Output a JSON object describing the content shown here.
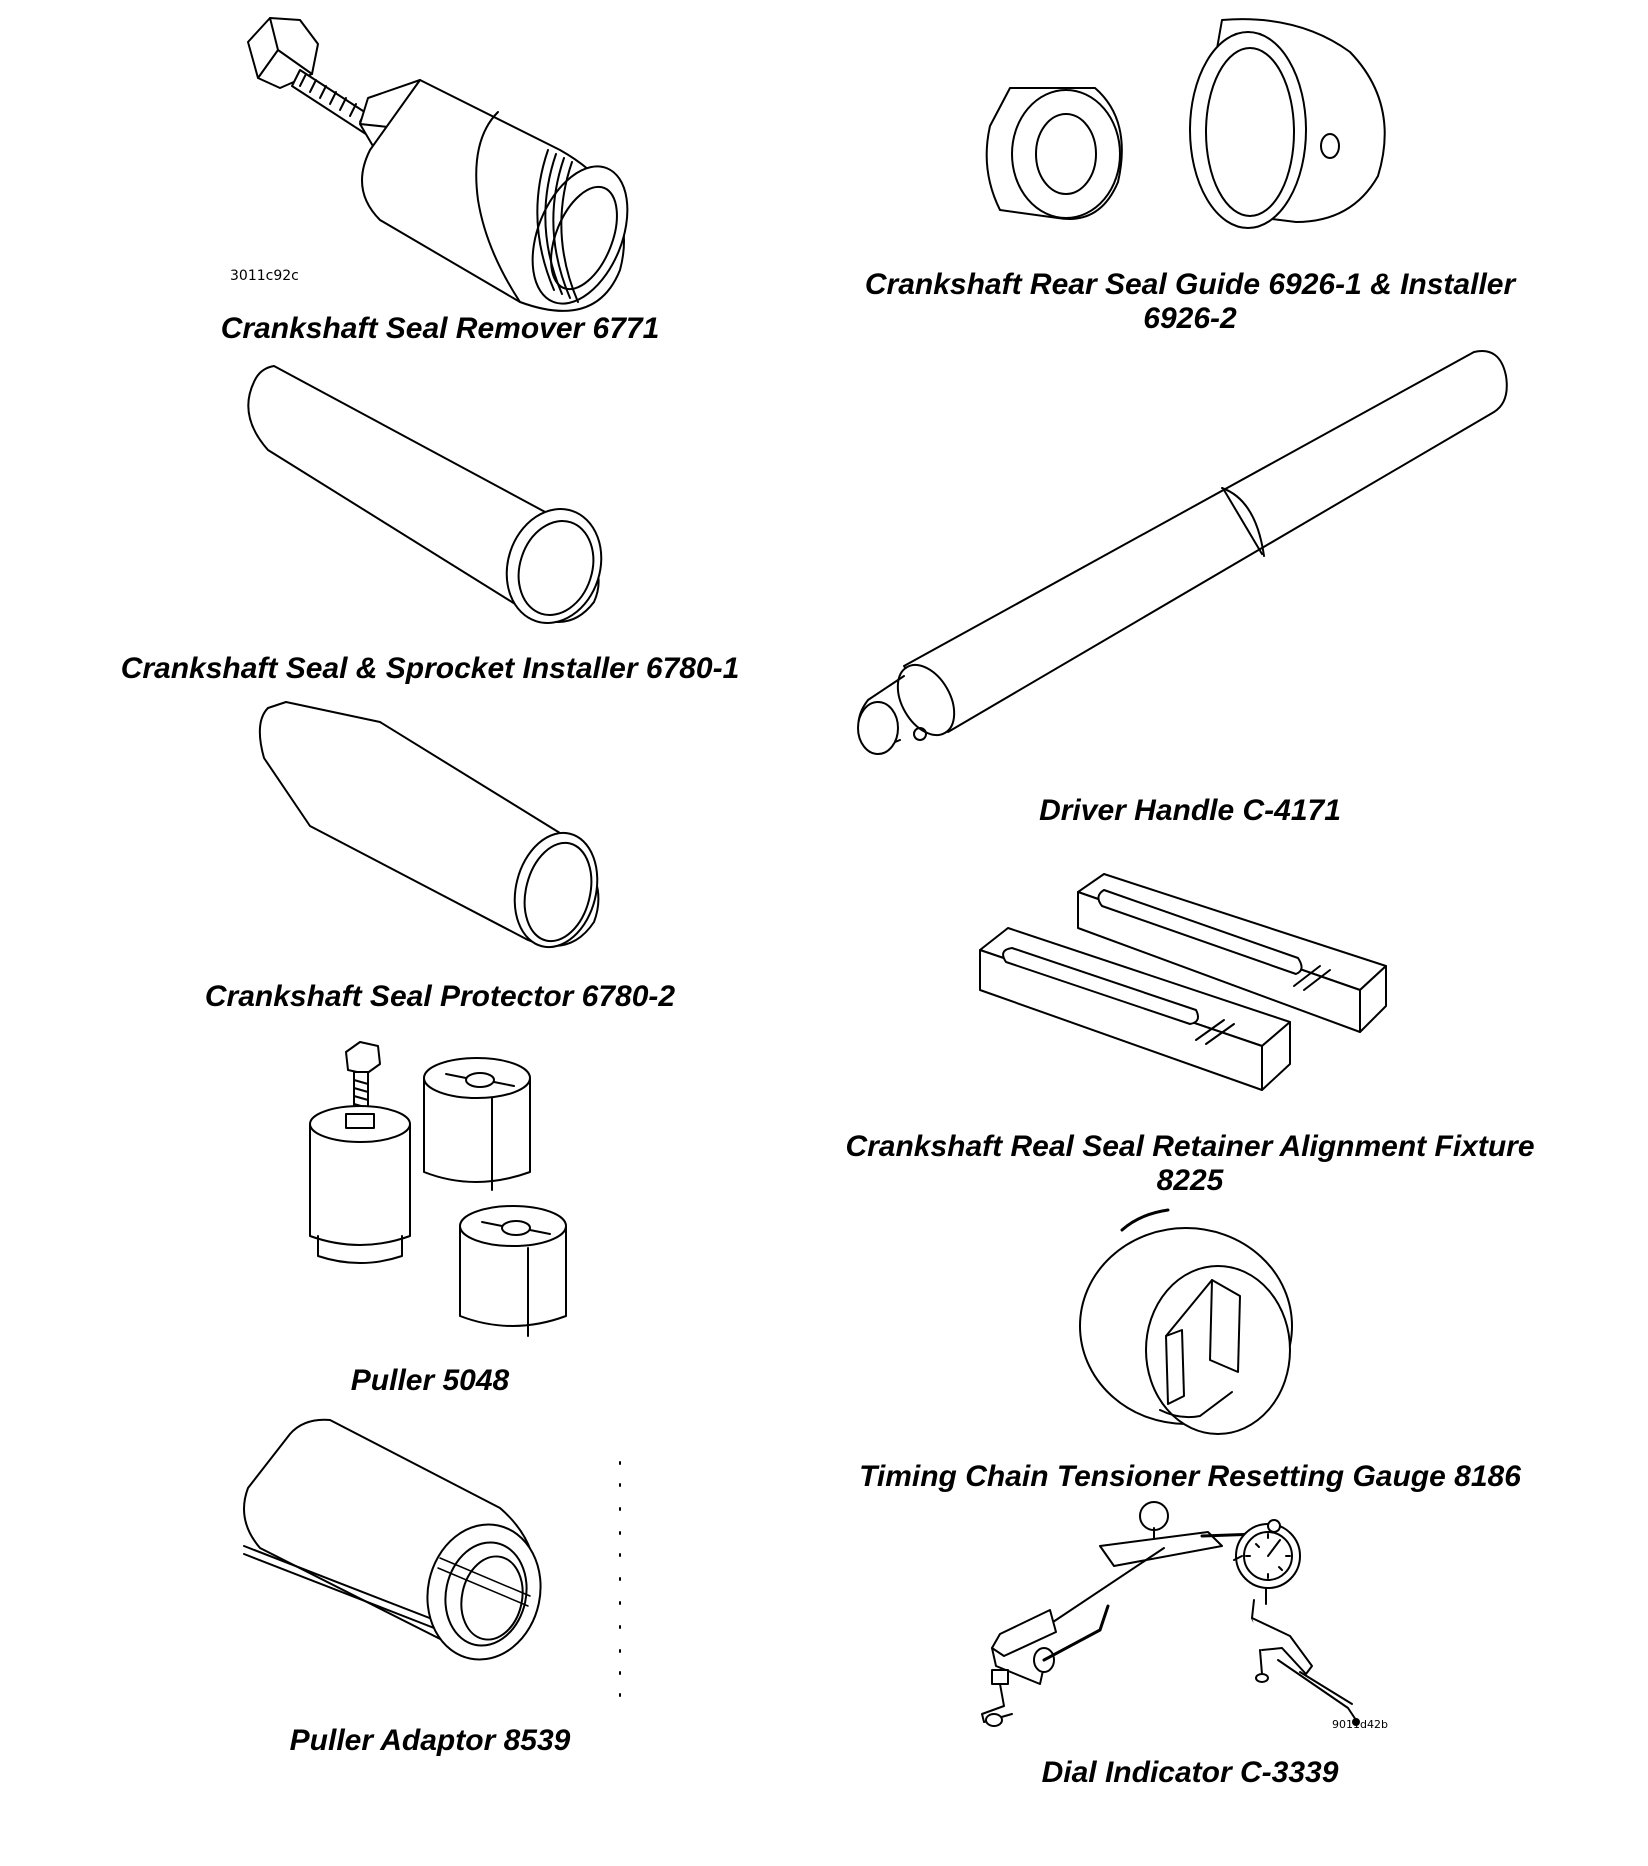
{
  "tools": [
    {
      "name": "Crankshaft Seal Remover 6771",
      "icon": "seal-remover-drawing",
      "image_code": "3011c92c"
    },
    {
      "name": "Crankshaft Rear Seal Guide 6926-1 & Installer",
      "name_line2": "6926-2",
      "icon": "rear-seal-guide-installer-drawing"
    },
    {
      "name": "Crankshaft Seal & Sprocket Installer 6780-1",
      "icon": "seal-sprocket-installer-drawing"
    },
    {
      "name": "Driver Handle C-4171",
      "icon": "driver-handle-drawing"
    },
    {
      "name": "Crankshaft Seal Protector 6780-2",
      "icon": "seal-protector-drawing"
    },
    {
      "name": "Crankshaft Real Seal Retainer Alignment Fixture",
      "name_line2": "8225",
      "icon": "alignment-fixture-drawing"
    },
    {
      "name": "Puller 5048",
      "icon": "puller-drawing"
    },
    {
      "name": "Timing Chain Tensioner Resetting Gauge 8186",
      "icon": "tensioner-gauge-drawing"
    },
    {
      "name": "Puller Adaptor 8539",
      "icon": "puller-adaptor-drawing"
    },
    {
      "name": "Dial Indicator C-3339",
      "icon": "dial-indicator-drawing",
      "image_code": "9011d42b"
    }
  ]
}
